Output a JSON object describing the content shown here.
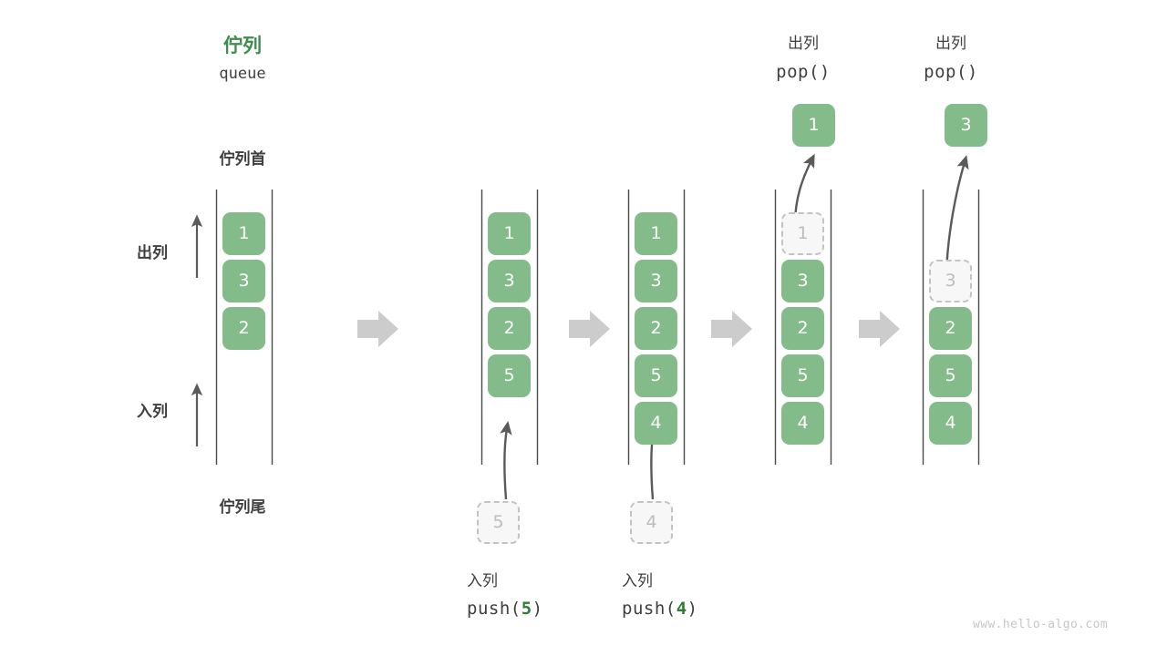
{
  "diagram": {
    "title_cn": "佇列",
    "title_en": "queue",
    "head_label": "佇列首",
    "tail_label": "佇列尾",
    "dequeue_label": "出列",
    "enqueue_label": "入列",
    "watermark": "www.hello-algo.com",
    "colors": {
      "cell_fill": "#84bb8a",
      "cell_text": "#ffffff",
      "title_green": "#3f8c4b",
      "ghost_fill": "#f7f7f7",
      "ghost_border": "#c3c3c3",
      "ghost_text": "#bdbdbd",
      "rail": "#4a4a4a",
      "arrow": "#5a5a5a",
      "step_arrow": "#cccccc",
      "text": "#3f3f3f",
      "watermark": "#c6c6c6"
    }
  },
  "columns": [
    {
      "id": "initial",
      "header_cn": "佇列",
      "header_code": "queue",
      "header_kind": "title",
      "cells": [
        {
          "value": "1",
          "state": "filled"
        },
        {
          "value": "3",
          "state": "filled"
        },
        {
          "value": "2",
          "state": "filled"
        }
      ],
      "detached": null,
      "footer_cn": null,
      "footer_code": null,
      "footer_arg": null
    },
    {
      "id": "push-5",
      "header_cn": null,
      "header_code": null,
      "header_kind": null,
      "cells": [
        {
          "value": "1",
          "state": "filled"
        },
        {
          "value": "3",
          "state": "filled"
        },
        {
          "value": "2",
          "state": "filled"
        },
        {
          "value": "5",
          "state": "filled"
        }
      ],
      "detached": {
        "value": "5",
        "state": "ghost",
        "position": "below"
      },
      "footer_cn": "入列",
      "footer_code_prefix": "push(",
      "footer_arg": "5",
      "footer_code_suffix": ")"
    },
    {
      "id": "push-4",
      "header_cn": null,
      "header_code": null,
      "header_kind": null,
      "cells": [
        {
          "value": "1",
          "state": "filled"
        },
        {
          "value": "3",
          "state": "filled"
        },
        {
          "value": "2",
          "state": "filled"
        },
        {
          "value": "5",
          "state": "filled"
        },
        {
          "value": "4",
          "state": "filled"
        }
      ],
      "detached": {
        "value": "4",
        "state": "ghost",
        "position": "below"
      },
      "footer_cn": "入列",
      "footer_code_prefix": "push(",
      "footer_arg": "4",
      "footer_code_suffix": ")"
    },
    {
      "id": "pop-1",
      "header_cn": "出列",
      "header_code": "pop()",
      "header_kind": "op",
      "cells": [
        {
          "value": "1",
          "state": "ghost"
        },
        {
          "value": "3",
          "state": "filled"
        },
        {
          "value": "2",
          "state": "filled"
        },
        {
          "value": "5",
          "state": "filled"
        },
        {
          "value": "4",
          "state": "filled"
        }
      ],
      "detached": {
        "value": "1",
        "state": "filled",
        "position": "above"
      },
      "footer_cn": null,
      "footer_code": null,
      "footer_arg": null
    },
    {
      "id": "pop-3",
      "header_cn": "出列",
      "header_code": "pop()",
      "header_kind": "op",
      "cells": [
        {
          "value": "",
          "state": "empty"
        },
        {
          "value": "3",
          "state": "ghost"
        },
        {
          "value": "2",
          "state": "filled"
        },
        {
          "value": "5",
          "state": "filled"
        },
        {
          "value": "4",
          "state": "filled"
        }
      ],
      "detached": {
        "value": "3",
        "state": "filled",
        "position": "above"
      },
      "footer_cn": null,
      "footer_code": null,
      "footer_arg": null
    }
  ],
  "step_arrows": [
    {
      "index": 0,
      "label": "step-arrow-1"
    },
    {
      "index": 1,
      "label": "step-arrow-2"
    },
    {
      "index": 2,
      "label": "step-arrow-3"
    },
    {
      "index": 3,
      "label": "step-arrow-4"
    }
  ]
}
